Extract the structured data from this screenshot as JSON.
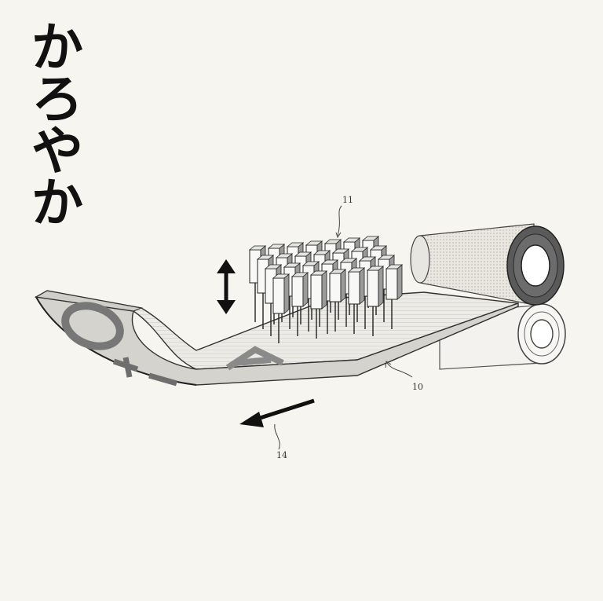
{
  "title": "かろやか",
  "labels": {
    "needle_head": "11",
    "felt_sheet": "10",
    "feed_arrow": "14"
  }
}
